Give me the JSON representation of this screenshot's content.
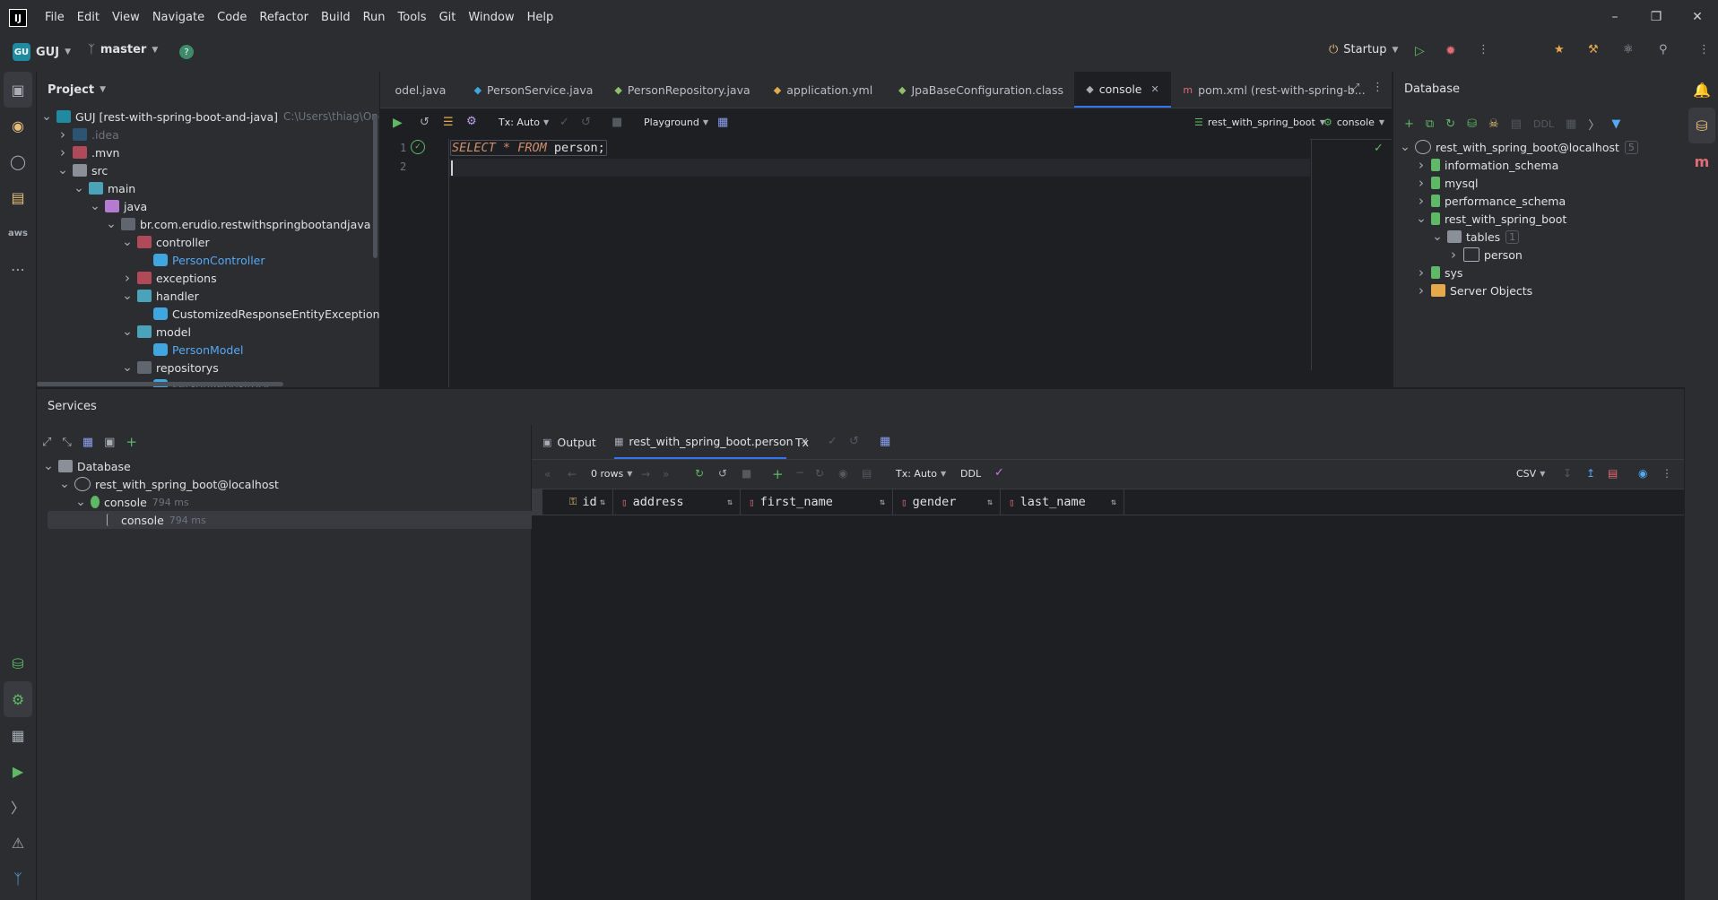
{
  "menu": [
    "File",
    "Edit",
    "View",
    "Navigate",
    "Code",
    "Refactor",
    "Build",
    "Run",
    "Tools",
    "Git",
    "Window",
    "Help"
  ],
  "toolbar": {
    "project_badge": "GU",
    "project_name": "GUJ",
    "branch": "master",
    "run_config": "Startup"
  },
  "project_panel": {
    "title": "Project",
    "tree": [
      {
        "label": "GUJ [rest-with-spring-boot-and-java]",
        "hint": "C:\\Users\\thiag\\OneDrive\\...",
        "depth": 0,
        "open": true,
        "icon": "module"
      },
      {
        "label": ".idea",
        "depth": 1,
        "open": false,
        "icon": "folder-dim",
        "muted": true
      },
      {
        "label": ".mvn",
        "depth": 1,
        "open": false,
        "icon": "folder-red"
      },
      {
        "label": "src",
        "depth": 1,
        "open": true,
        "icon": "folder"
      },
      {
        "label": "main",
        "depth": 2,
        "open": true,
        "icon": "folder-src"
      },
      {
        "label": "java",
        "depth": 3,
        "open": true,
        "icon": "folder-java"
      },
      {
        "label": "br.com.erudio.restwithspringbootandjava",
        "depth": 4,
        "open": true,
        "icon": "package"
      },
      {
        "label": "controller",
        "depth": 5,
        "open": true,
        "icon": "folder-red"
      },
      {
        "label": "PersonController",
        "depth": 6,
        "open": null,
        "icon": "class",
        "link": true
      },
      {
        "label": "exceptions",
        "depth": 5,
        "open": false,
        "icon": "folder-red"
      },
      {
        "label": "handler",
        "depth": 5,
        "open": true,
        "icon": "folder-src"
      },
      {
        "label": "CustomizedResponseEntityExceptionHandler",
        "depth": 6,
        "open": null,
        "icon": "class"
      },
      {
        "label": "model",
        "depth": 5,
        "open": true,
        "icon": "folder-src"
      },
      {
        "label": "PersonModel",
        "depth": 6,
        "open": null,
        "icon": "class",
        "link": true
      },
      {
        "label": "repositorys",
        "depth": 5,
        "open": true,
        "icon": "package"
      },
      {
        "label": "PersonRepository",
        "depth": 6,
        "open": null,
        "icon": "class",
        "muted": true
      }
    ]
  },
  "editor": {
    "tabs": [
      {
        "label": "odel.java",
        "icon": ""
      },
      {
        "label": "PersonService.java",
        "icon": "class"
      },
      {
        "label": "PersonRepository.java",
        "icon": "repo"
      },
      {
        "label": "application.yml",
        "icon": "yml"
      },
      {
        "label": "JpaBaseConfiguration.class",
        "icon": "cls"
      },
      {
        "label": "console",
        "icon": "console",
        "active": true
      },
      {
        "label": "pom.xml (rest-with-spring-b...",
        "icon": "maven"
      }
    ],
    "toolbar": {
      "tx_mode": "Tx: Auto",
      "playground": "Playground",
      "datasource": "rest_with_spring_boot",
      "session": "console"
    },
    "line_numbers": [
      "1",
      "2"
    ],
    "code": {
      "kw1": "SELECT",
      "star": "*",
      "kw2": "FROM",
      "ident": "person",
      "semi": ";"
    }
  },
  "database_panel": {
    "title": "Database",
    "ddl": "DDL",
    "tree": [
      {
        "label": "rest_with_spring_boot@localhost",
        "badge": "5",
        "depth": 0,
        "open": true,
        "icon": "datasource"
      },
      {
        "label": "information_schema",
        "depth": 1,
        "open": false,
        "icon": "schema"
      },
      {
        "label": "mysql",
        "depth": 1,
        "open": false,
        "icon": "schema"
      },
      {
        "label": "performance_schema",
        "depth": 1,
        "open": false,
        "icon": "schema"
      },
      {
        "label": "rest_with_spring_boot",
        "depth": 1,
        "open": true,
        "icon": "schema"
      },
      {
        "label": "tables",
        "badge": "1",
        "depth": 2,
        "open": true,
        "icon": "folder"
      },
      {
        "label": "person",
        "depth": 3,
        "open": false,
        "icon": "table"
      },
      {
        "label": "sys",
        "depth": 1,
        "open": false,
        "icon": "schema"
      },
      {
        "label": "Server Objects",
        "depth": 1,
        "open": false,
        "icon": "server"
      }
    ]
  },
  "services": {
    "title": "Services",
    "tree": [
      {
        "label": "Database",
        "depth": 0,
        "open": true,
        "icon": "folder"
      },
      {
        "label": "rest_with_spring_boot@localhost",
        "depth": 1,
        "open": true,
        "icon": "datasource"
      },
      {
        "label": "console",
        "time": "794 ms",
        "depth": 2,
        "open": true,
        "icon": "session"
      },
      {
        "label": "console",
        "time": "794 ms",
        "depth": 3,
        "open": null,
        "icon": "console",
        "selected": true
      }
    ],
    "tabs": [
      {
        "label": "Output",
        "icon": "output"
      },
      {
        "label": "rest_with_spring_boot.person",
        "icon": "table",
        "active": true,
        "closable": true
      },
      {
        "label": "Tx",
        "icon": ""
      }
    ],
    "result_toolbar": {
      "rows": "0 rows",
      "tx_mode": "Tx: Auto",
      "ddl": "DDL",
      "export": "CSV"
    },
    "columns": [
      "id",
      "address",
      "first_name",
      "gender",
      "last_name"
    ]
  },
  "colors": {
    "accent": "#3574f0",
    "keyword": "#cf8e6d",
    "link": "#56a8f5",
    "success": "#5fb865",
    "bg": "#1e1f22",
    "panel": "#2b2d30"
  }
}
